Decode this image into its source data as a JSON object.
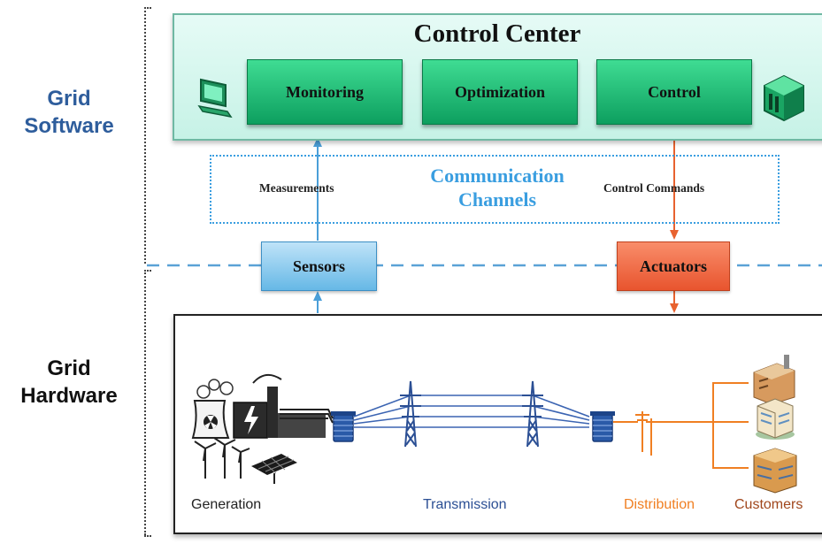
{
  "side_labels": {
    "software": [
      "Grid",
      "Software"
    ],
    "hardware": [
      "Grid",
      "Hardware"
    ]
  },
  "control_center": {
    "title": "Control Center",
    "modules": [
      "Monitoring",
      "Optimization",
      "Control"
    ]
  },
  "communication": {
    "title": [
      "Communication",
      "Channels"
    ],
    "left_flow": "Measurements",
    "right_flow": "Control Commands"
  },
  "devices": {
    "sensors": "Sensors",
    "actuators": "Actuators"
  },
  "hardware": {
    "stages": [
      "Generation",
      "Transmission",
      "Distribution",
      "Customers"
    ]
  },
  "colors": {
    "software_label": "#2e5d9c",
    "control_center_bg": "#d8f7ef",
    "module_green": "#1bb86f",
    "comm_blue": "#3a9ee0",
    "sensor_blue": "#8ccdf0",
    "actuator_orange": "#f26a40",
    "transmission_blue": "#2b4f94",
    "distribution_orange": "#f07f22",
    "customers_brown": "#a0461c"
  }
}
